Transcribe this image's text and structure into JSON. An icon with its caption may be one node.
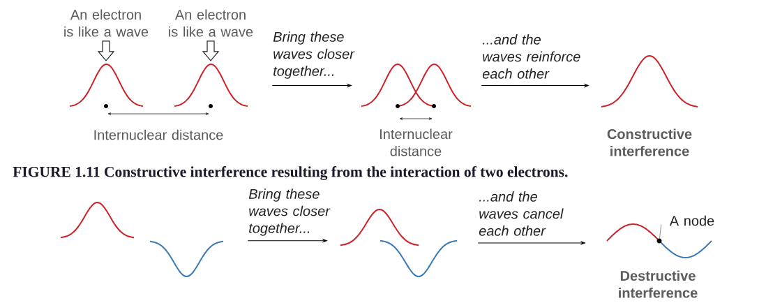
{
  "diagram": {
    "caption": "FIGURE 1.11 Constructive interference resulting from the interaction of two electrons.",
    "nodes": [
      {
        "text": [
          "An electron is like a wave"
        ]
      },
      {
        "text": [
          "An electron is like a wave"
        ]
      },
      {
        "text": [],
        "shape": "wave"
      },
      {
        "text": [],
        "shape": "wave"
      },
      {
        "text": [],
        "shape": "wave"
      },
      {
        "text": [],
        "shape": "wave",
        "beside": [
          "Constructive interference"
        ]
      },
      {
        "text": [],
        "shape": "wave"
      },
      {
        "text": [],
        "shape": "wave"
      },
      {
        "text": [],
        "shape": "wave"
      },
      {
        "text": [],
        "shape": "wave",
        "beside": [
          "Destructive interference"
        ]
      },
      {
        "text": [
          "A node"
        ]
      },
      {
        "text": [],
        "shape": "circle",
        "in": 9
      }
    ],
    "edges": [
      {
        "from": 0,
        "to": 2,
        "arrow": "to",
        "style": "thick"
      },
      {
        "from": 1,
        "to": 3,
        "arrow": "to",
        "style": "thick"
      },
      {
        "from": 3,
        "to": 4,
        "arrow": "to",
        "label": "Bring these waves closer together..."
      },
      {
        "from": 4,
        "to": 5,
        "arrow": "to",
        "label": "...and the waves reinforce each other"
      },
      {
        "from": 7,
        "to": 8,
        "arrow": "to",
        "label": "Bring these waves closer together..."
      },
      {
        "from": 8,
        "to": 9,
        "arrow": "to",
        "label": "...and the waves cancel each other"
      },
      {
        "from": 10,
        "to": 11,
        "arrow": "none"
      }
    ],
    "labels": [
      "Internuclear distance",
      "Internuclear distance"
    ]
  }
}
